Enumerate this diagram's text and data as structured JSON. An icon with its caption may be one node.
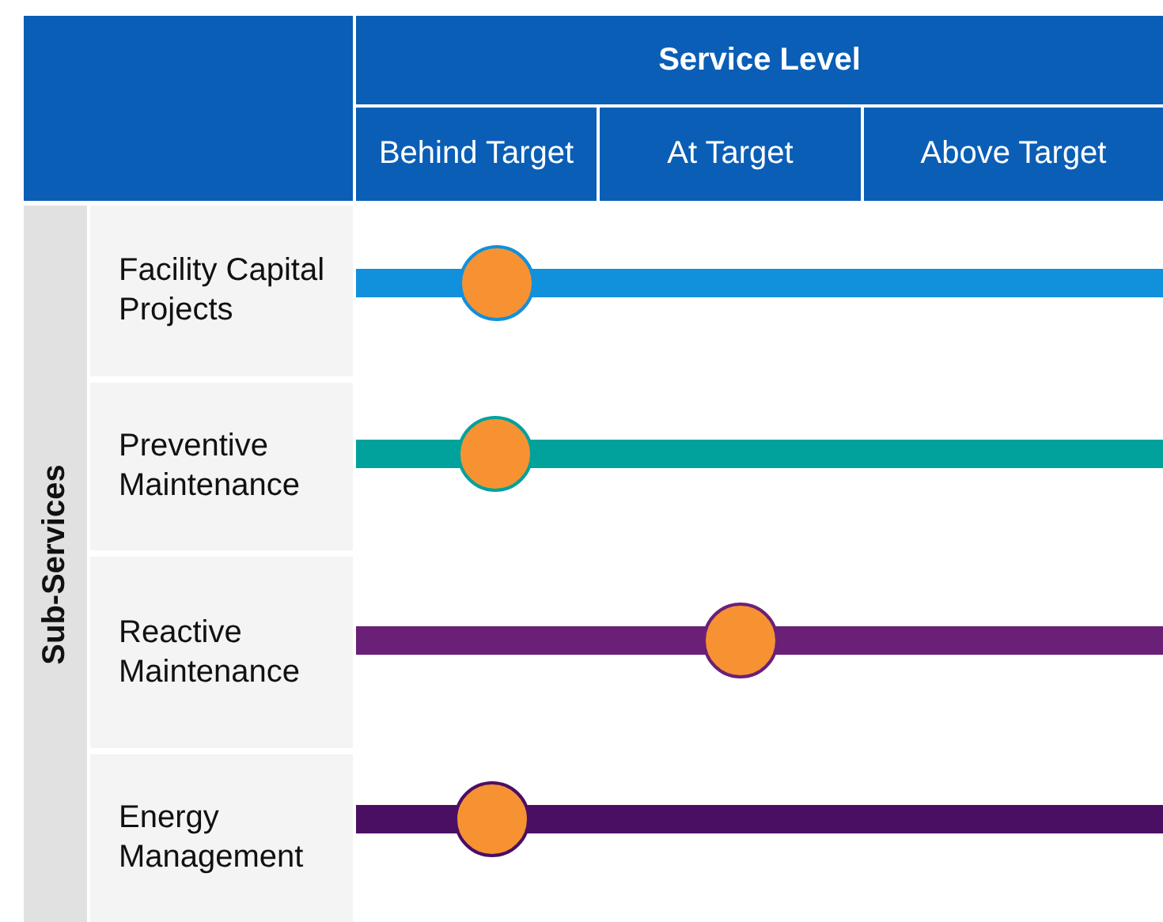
{
  "diagram": {
    "labels": [
      "Service Level",
      "Behind Target",
      "At Target",
      "Above Target",
      "Sub-Services",
      "Facility Capital Projects",
      "Preventive Maintenance",
      "Reactive Maintenance",
      "Energy Management"
    ]
  }
}
